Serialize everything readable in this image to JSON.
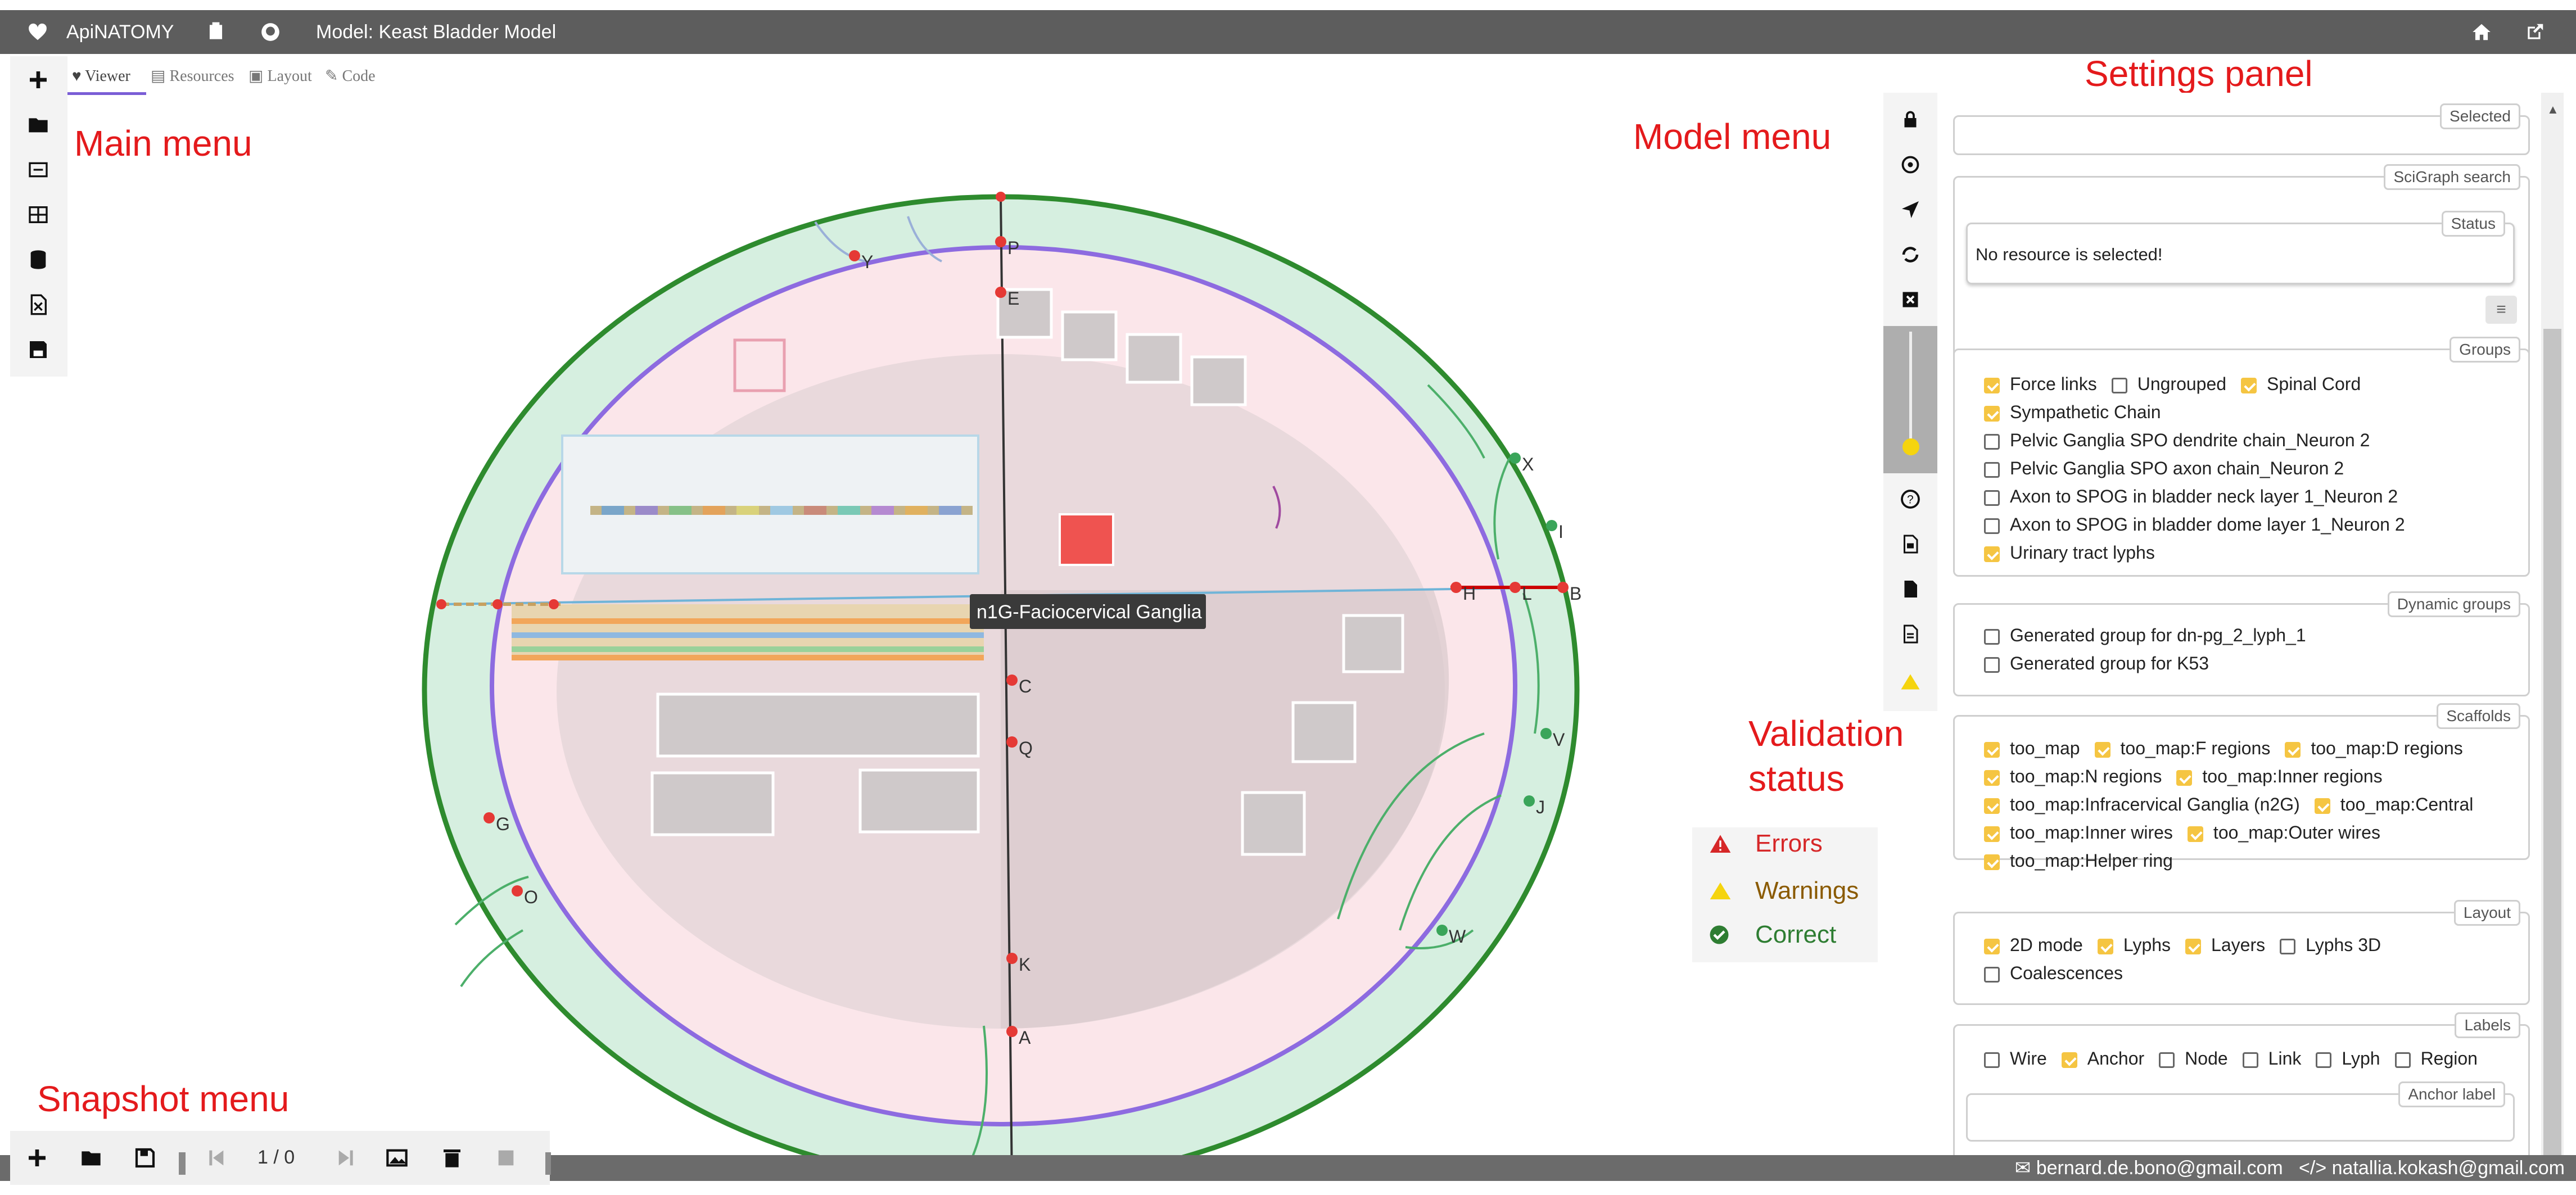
{
  "topbar": {
    "app_name": "ApiNATOMY",
    "model_title": "Model: Keast Bladder Model"
  },
  "tabs": [
    {
      "label": "Viewer",
      "icon": "heart-icon",
      "active": true
    },
    {
      "label": "Resources",
      "icon": "table-icon"
    },
    {
      "label": "Layout",
      "icon": "layout-icon"
    },
    {
      "label": "Code",
      "icon": "edit-icon"
    }
  ],
  "annotations": {
    "main_menu": "Main menu",
    "model_menu": "Model menu",
    "settings_panel": "Settings panel",
    "validation_status_line1": "Validation",
    "validation_status_line2": "status",
    "snapshot_menu": "Snapshot menu"
  },
  "validation_legend": {
    "errors": "Errors",
    "warnings": "Warnings",
    "correct": "Correct",
    "colors": {
      "errors": "#d62728",
      "warnings": "#f5d40e",
      "correct": "#2ca02c",
      "text": "#8a5a00"
    }
  },
  "viewer": {
    "tooltip": "n1G-Faciocervical Ganglia",
    "anchor_labels": [
      "Y",
      "P",
      "E",
      "X",
      "I",
      "H",
      "L",
      "B",
      "V",
      "J",
      "W",
      "K",
      "A",
      "C",
      "Q",
      "G",
      "O"
    ]
  },
  "settings": {
    "selected": {
      "legend": "Selected"
    },
    "scigraph": {
      "legend": "SciGraph search"
    },
    "status": {
      "legend": "Status",
      "text": "No resource is selected!"
    },
    "groups": {
      "legend": "Groups",
      "rows": [
        [
          {
            "label": "Force links",
            "checked": true
          },
          {
            "label": "Ungrouped",
            "checked": false
          },
          {
            "label": "Spinal Cord",
            "checked": true
          }
        ],
        [
          {
            "label": "Sympathetic Chain",
            "checked": true
          }
        ],
        [
          {
            "label": "Pelvic Ganglia SPO dendrite chain_Neuron 2",
            "checked": false
          }
        ],
        [
          {
            "label": "Pelvic Ganglia SPO axon chain_Neuron 2",
            "checked": false
          }
        ],
        [
          {
            "label": "Axon to SPOG in bladder neck layer 1_Neuron 2",
            "checked": false
          }
        ],
        [
          {
            "label": "Axon to SPOG in bladder dome layer 1_Neuron 2",
            "checked": false
          }
        ],
        [
          {
            "label": "Urinary tract lyphs",
            "checked": true
          }
        ]
      ]
    },
    "dynamic_groups": {
      "legend": "Dynamic groups",
      "rows": [
        [
          {
            "label": "Generated group for dn-pg_2_lyph_1",
            "checked": false
          }
        ],
        [
          {
            "label": "Generated group for K53",
            "checked": false
          }
        ]
      ]
    },
    "scaffolds": {
      "legend": "Scaffolds",
      "rows": [
        [
          {
            "label": "too_map",
            "checked": true
          },
          {
            "label": "too_map:F regions",
            "checked": true
          },
          {
            "label": "too_map:D regions",
            "checked": true
          }
        ],
        [
          {
            "label": "too_map:N regions",
            "checked": true
          },
          {
            "label": "too_map:Inner regions",
            "checked": true
          }
        ],
        [
          {
            "label": "too_map:Infracervical Ganglia (n2G)",
            "checked": true
          },
          {
            "label": "too_map:Central",
            "checked": true
          }
        ],
        [
          {
            "label": "too_map:Inner wires",
            "checked": true
          },
          {
            "label": "too_map:Outer wires",
            "checked": true
          }
        ],
        [
          {
            "label": "too_map:Helper ring",
            "checked": true
          }
        ]
      ]
    },
    "layout": {
      "legend": "Layout",
      "rows": [
        [
          {
            "label": "2D mode",
            "checked": true
          },
          {
            "label": "Lyphs",
            "checked": true
          },
          {
            "label": "Layers",
            "checked": true
          },
          {
            "label": "Lyphs 3D",
            "checked": false
          }
        ],
        [
          {
            "label": "Coalescences",
            "checked": false
          }
        ]
      ]
    },
    "labels": {
      "legend": "Labels",
      "rows": [
        [
          {
            "label": "Wire",
            "checked": false
          },
          {
            "label": "Anchor",
            "checked": true
          },
          {
            "label": "Node",
            "checked": false
          },
          {
            "label": "Link",
            "checked": false
          },
          {
            "label": "Lyph",
            "checked": false
          },
          {
            "label": "Region",
            "checked": false
          }
        ]
      ]
    },
    "anchor_label": {
      "legend": "Anchor label"
    }
  },
  "snapshot": {
    "counter": "1 / 0"
  },
  "footer": {
    "email1": "bernard.de.bono@gmail.com",
    "email2": "natallia.kokash@gmail.com"
  }
}
